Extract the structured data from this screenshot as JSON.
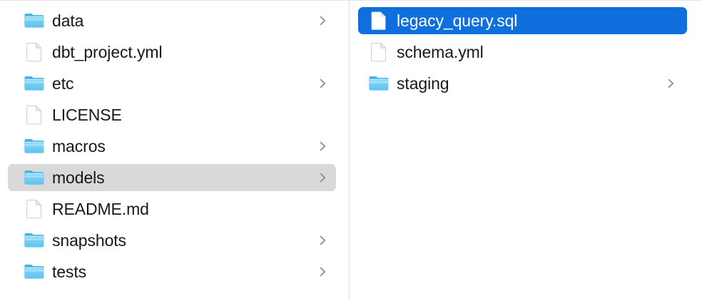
{
  "window": {
    "view_mode": "column",
    "background_color": "#ffffff",
    "divider_color": "#dcdfe1",
    "top_border_color": "#e3e3e3"
  },
  "colors": {
    "selection_blue": "#0f6fdd",
    "selection_gray": "#d9d9d9",
    "label_text": "#18181a",
    "label_text_selected": "#ffffff",
    "chevron_gray": "#86868b",
    "folder_blue_top": "#3aa6e8",
    "folder_blue_body": "#6fcdf5",
    "document_white": "#ffffff",
    "document_border": "#c9c9cd"
  },
  "columns": [
    {
      "name": "parent-column",
      "items": [
        {
          "label": "data",
          "kind": "folder",
          "has_chevron": true,
          "selected": false,
          "selection": "none"
        },
        {
          "label": "dbt_project.yml",
          "kind": "document",
          "has_chevron": false,
          "selected": false,
          "selection": "none"
        },
        {
          "label": "etc",
          "kind": "folder",
          "has_chevron": true,
          "selected": false,
          "selection": "none"
        },
        {
          "label": "LICENSE",
          "kind": "document",
          "has_chevron": false,
          "selected": false,
          "selection": "none"
        },
        {
          "label": "macros",
          "kind": "folder",
          "has_chevron": true,
          "selected": false,
          "selection": "none"
        },
        {
          "label": "models",
          "kind": "folder",
          "has_chevron": true,
          "selected": true,
          "selection": "gray"
        },
        {
          "label": "README.md",
          "kind": "document",
          "has_chevron": false,
          "selected": false,
          "selection": "none"
        },
        {
          "label": "snapshots",
          "kind": "folder",
          "has_chevron": true,
          "selected": false,
          "selection": "none"
        },
        {
          "label": "tests",
          "kind": "folder",
          "has_chevron": true,
          "selected": false,
          "selection": "none"
        }
      ]
    },
    {
      "name": "child-column",
      "items": [
        {
          "label": "legacy_query.sql",
          "kind": "document",
          "has_chevron": false,
          "selected": true,
          "selection": "blue"
        },
        {
          "label": "schema.yml",
          "kind": "document",
          "has_chevron": false,
          "selected": false,
          "selection": "none"
        },
        {
          "label": "staging",
          "kind": "folder",
          "has_chevron": true,
          "selected": false,
          "selection": "none"
        }
      ]
    }
  ],
  "icons": {
    "folder": "folder-icon",
    "document": "document-icon",
    "chevron": "chevron-right-icon"
  }
}
